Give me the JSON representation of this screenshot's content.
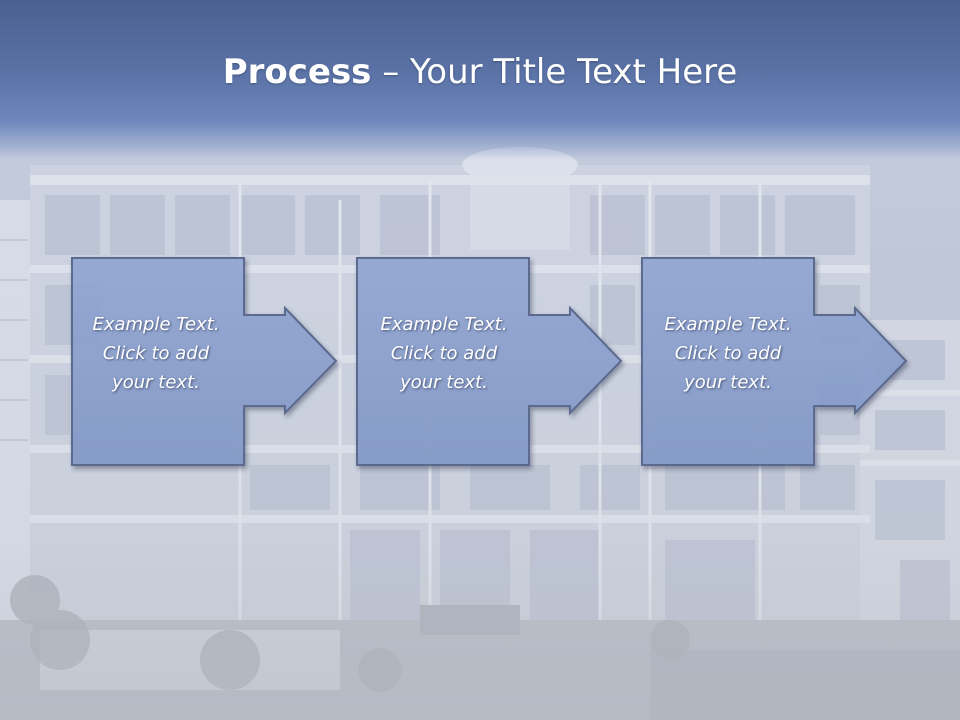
{
  "slide": {
    "title_bold": "Process",
    "title_rest": " – Your Title Text Here"
  },
  "steps": [
    {
      "text": "Example Text.\nClick  to add\nyour text."
    },
    {
      "text": "Example Text.\nClick  to add\nyour text."
    },
    {
      "text": "Example Text.\nClick  to add\nyour text."
    }
  ],
  "colors": {
    "header": "#5a72a6",
    "box_fill": "#8da2cf",
    "box_stroke": "#4d5c80"
  }
}
